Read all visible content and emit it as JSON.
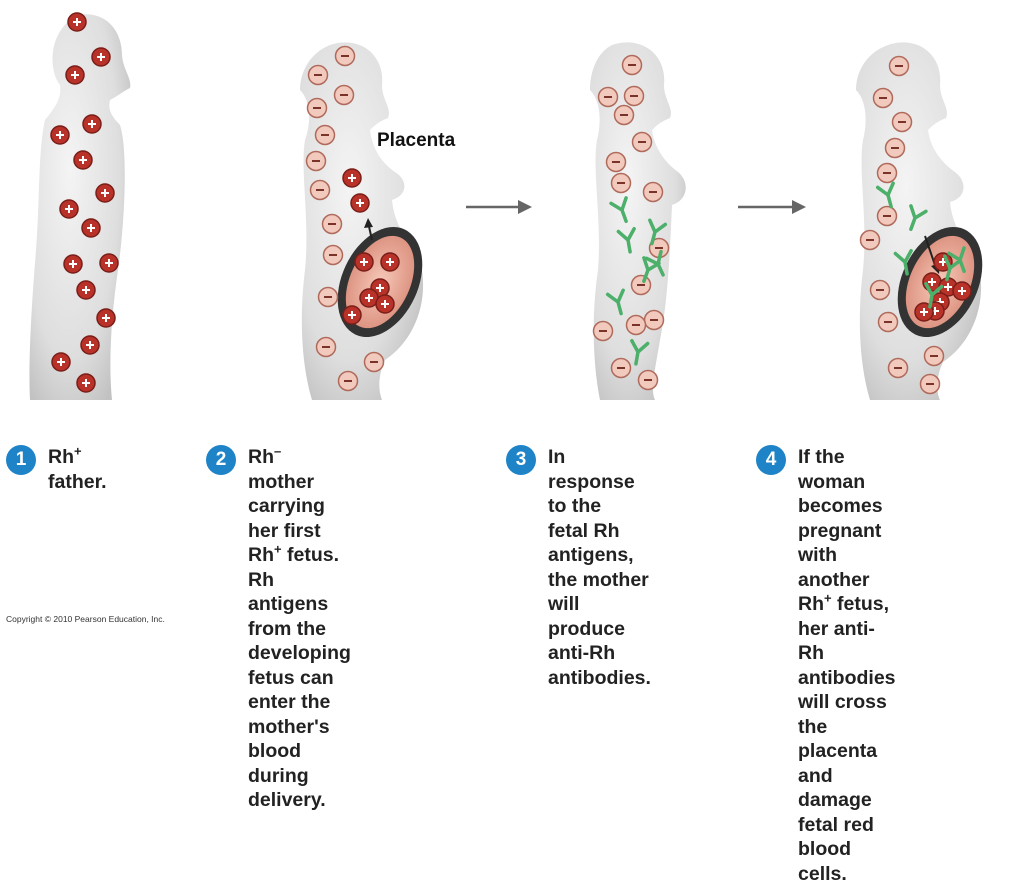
{
  "label_placenta": "Placenta",
  "steps": [
    {
      "num": "1",
      "lines": [
        [
          "Rh",
          "+",
          " father."
        ]
      ]
    },
    {
      "num": "2",
      "lines": [
        [
          "Rh",
          "–",
          " mother carrying"
        ],
        [
          "her first Rh",
          "+",
          " fetus.  Rh"
        ],
        [
          "antigens from the"
        ],
        [
          "developing fetus can"
        ],
        [
          "enter the mother's"
        ],
        [
          "blood during delivery."
        ]
      ]
    },
    {
      "num": "3",
      "lines": [
        [
          "In response to the"
        ],
        [
          "fetal Rh antigens,"
        ],
        [
          "the mother will"
        ],
        [
          "produce anti-Rh"
        ],
        [
          "antibodies."
        ]
      ]
    },
    {
      "num": "4",
      "lines": [
        [
          "If the woman becomes"
        ],
        [
          "pregnant with another"
        ],
        [
          "Rh",
          "+",
          " fetus, her anti-Rh"
        ],
        [
          "antibodies will cross"
        ],
        [
          "the placenta and"
        ],
        [
          "damage fetal red"
        ],
        [
          "blood cells."
        ]
      ]
    }
  ],
  "copyright": "Copyright © 2010 Pearson Education, Inc.",
  "colors": {
    "badge": "#1e84c7",
    "antigen": "#c0392b",
    "antibody": "#4caf6a",
    "body": "#d9d9d9",
    "arrow": "#666666"
  }
}
